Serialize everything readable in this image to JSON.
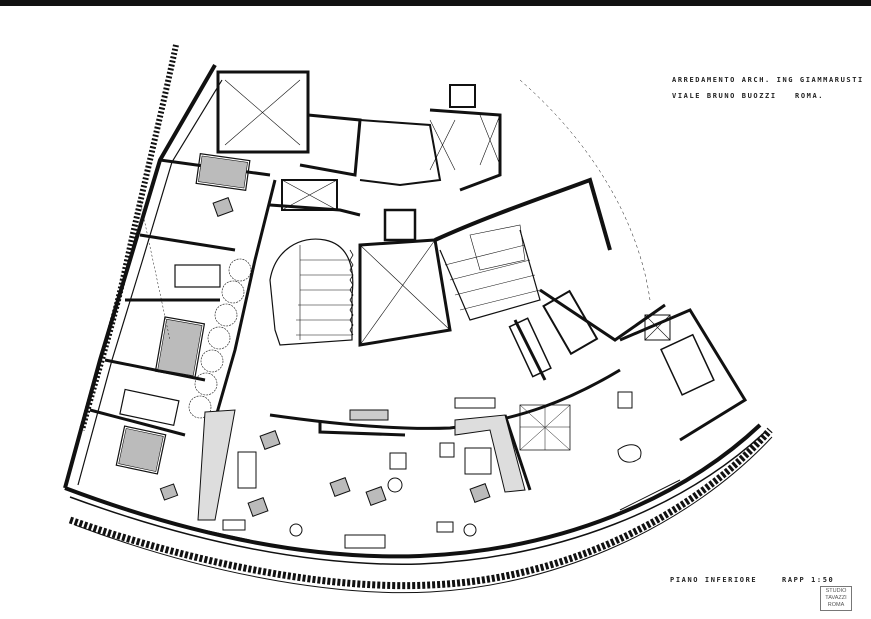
{
  "title": {
    "line1": "ARREDAMENTO ARCH. ING GIAMMARUSTI",
    "line2_street": "VIALE BRUNO BUOZZI",
    "line2_city": "ROMA."
  },
  "footer": {
    "floor_label": "PIANO INFERIORE",
    "scale": "RAPP 1:50"
  },
  "stamp": {
    "line1": "STUDIO",
    "line2": "TAVAZZI",
    "line3": "ROMA"
  }
}
